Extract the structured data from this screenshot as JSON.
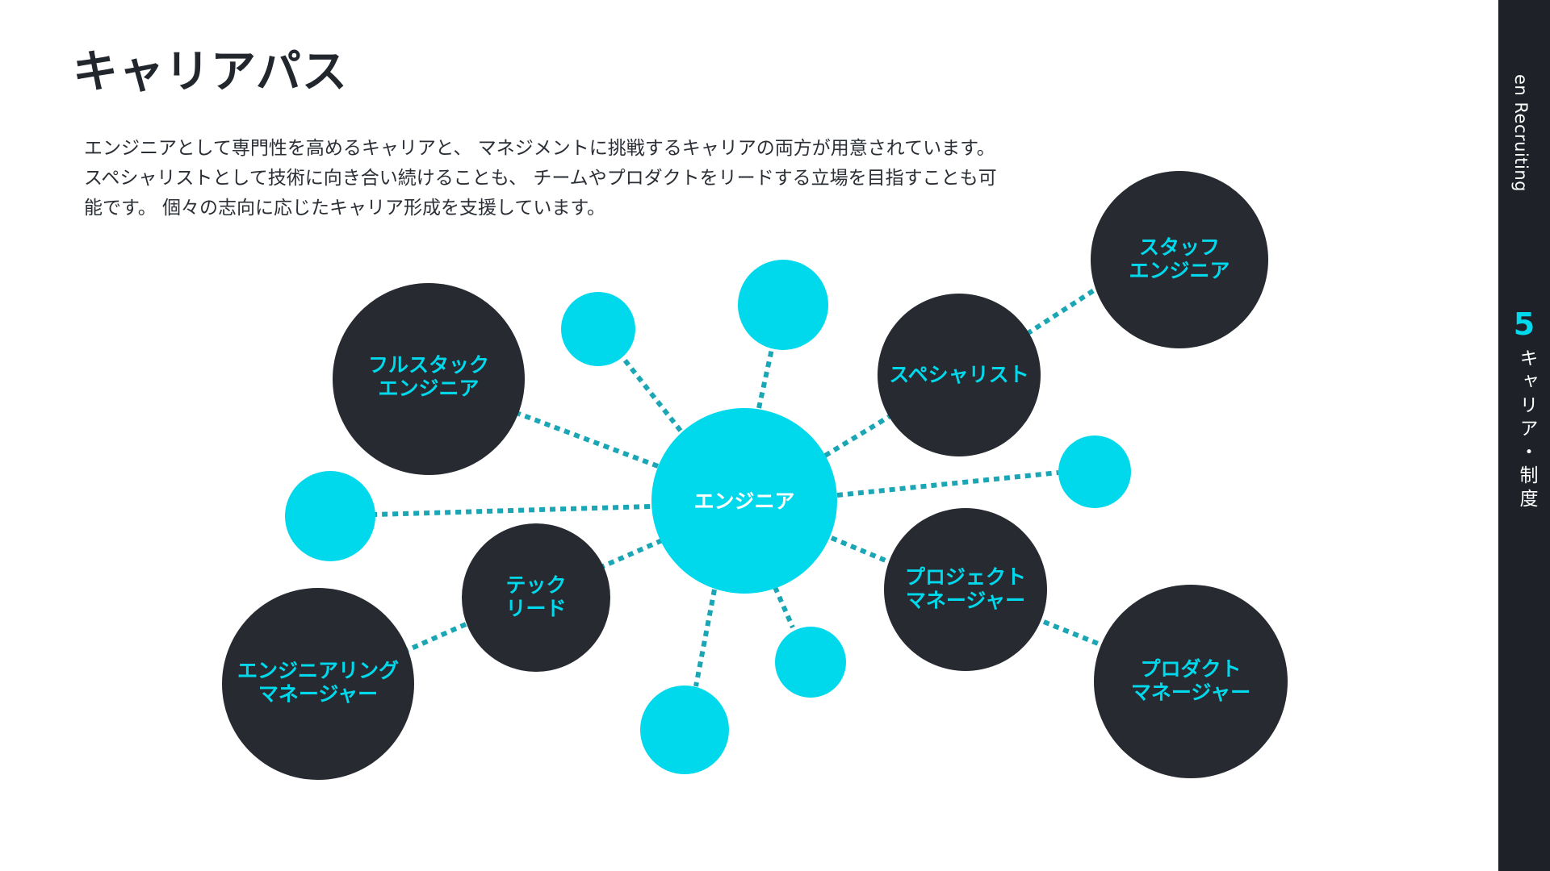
{
  "page": {
    "title": "キャリアパス",
    "intro_lines": [
      "エンジニアとして専門性を高めるキャリアと、 マネジメントに挑戦するキャリアの両方が用意されています。",
      "スペシャリストとして技術に向き合い続けることも、 チームやプロダクトをリードする立場を目指すことも可",
      "能です。 個々の志向に応じたキャリア形成を支援しています。"
    ]
  },
  "diagram": {
    "center": {
      "label": "エンジニア"
    },
    "nodes": [
      {
        "id": "fullstack",
        "lines": [
          "フルスタック",
          "エンジニア"
        ]
      },
      {
        "id": "specialist",
        "lines": [
          "スペシャリスト"
        ]
      },
      {
        "id": "staff",
        "lines": [
          "スタッフ",
          "エンジニア"
        ]
      },
      {
        "id": "techlead",
        "lines": [
          "テック",
          "リード"
        ]
      },
      {
        "id": "em",
        "lines": [
          "エンジニアリング",
          "マネージャー"
        ]
      },
      {
        "id": "projectmgr",
        "lines": [
          "プロジェクト",
          "マネージャー"
        ]
      },
      {
        "id": "productmgr",
        "lines": [
          "プロダクト",
          "マネージャー"
        ]
      }
    ]
  },
  "colors": {
    "accent": "#00d8ec",
    "dark": "#272b31",
    "connector": "#1aa6b4"
  },
  "sidebar": {
    "brand": "en Recruiting",
    "section_number": "5",
    "section_label": "キャリア・制度"
  }
}
